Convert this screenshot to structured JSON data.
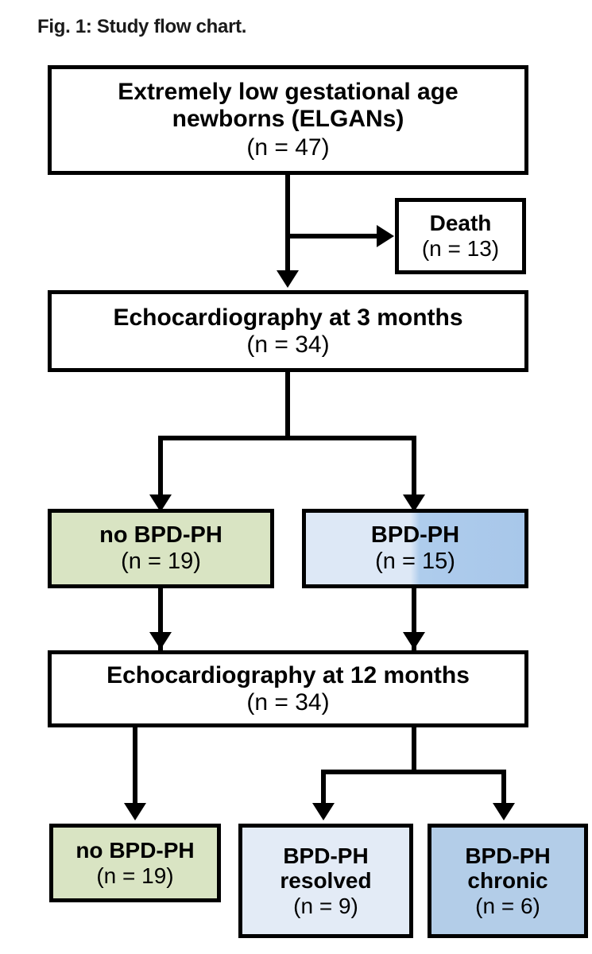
{
  "figure": {
    "title": "Fig. 1: Study flow chart.",
    "caption_label": "Fig. 1:",
    "caption_text": "Study flow chart."
  },
  "chart_data": {
    "type": "diagram",
    "subtype": "flowchart",
    "title": "Fig. 1: Study flow chart.",
    "nodes": [
      {
        "id": "elgans",
        "title": "Extremely low gestational age",
        "title_line2": "newborns (ELGANs)",
        "count": "(n = 47)",
        "n": 47,
        "fill": "#ffffff",
        "level": 0
      },
      {
        "id": "death",
        "title": "Death",
        "count": "(n = 13)",
        "n": 13,
        "fill": "#ffffff",
        "level": 0
      },
      {
        "id": "echo3",
        "title": "Echocardiography at 3 months",
        "count": "(n = 34)",
        "n": 34,
        "fill": "#ffffff",
        "level": 1
      },
      {
        "id": "nobpd3",
        "title": "no BPD-PH",
        "count": "(n = 19)",
        "n": 19,
        "fill": "#d9e4c3",
        "level": 2
      },
      {
        "id": "bpd3",
        "title": "BPD-PH",
        "count": "(n = 15)",
        "n": 15,
        "fill": "#dde8f6",
        "fill_right": "#a8c7ea",
        "level": 2
      },
      {
        "id": "echo12",
        "title": "Echocardiography at 12 months",
        "count": "(n = 34)",
        "n": 34,
        "fill": "#ffffff",
        "level": 3
      },
      {
        "id": "nobpd12",
        "title": "no BPD-PH",
        "count": "(n = 19)",
        "n": 19,
        "fill": "#d9e4c3",
        "level": 4
      },
      {
        "id": "resolved",
        "title": "BPD-PH",
        "title_line2": "resolved",
        "count": "(n = 9)",
        "n": 9,
        "fill": "#e3ebf6",
        "level": 4
      },
      {
        "id": "chronic",
        "title": "BPD-PH",
        "title_line2": "chronic",
        "count": "(n = 6)",
        "n": 6,
        "fill": "#b3cde8",
        "level": 4
      }
    ],
    "edges": [
      {
        "from": "elgans",
        "to": "death",
        "direction": "right"
      },
      {
        "from": "elgans",
        "to": "echo3",
        "direction": "down"
      },
      {
        "from": "echo3",
        "to": "nobpd3",
        "direction": "down-split-left"
      },
      {
        "from": "echo3",
        "to": "bpd3",
        "direction": "down-split-right"
      },
      {
        "from": "nobpd3",
        "to": "echo12",
        "direction": "down"
      },
      {
        "from": "bpd3",
        "to": "echo12",
        "direction": "down"
      },
      {
        "from": "echo12",
        "to": "nobpd12",
        "direction": "down"
      },
      {
        "from": "echo12",
        "to": "resolved",
        "direction": "down-split-left"
      },
      {
        "from": "echo12",
        "to": "chronic",
        "direction": "down-split-right"
      }
    ]
  },
  "nodes": {
    "elgans": {
      "line1": "Extremely low gestational age",
      "line2": "newborns (ELGANs)",
      "count": "(n = 47)"
    },
    "death": {
      "line1": "Death",
      "count": "(n = 13)"
    },
    "echo3": {
      "line1": "Echocardiography at 3 months",
      "count": "(n = 34)"
    },
    "nobpd3": {
      "line1": "no BPD-PH",
      "count": "(n = 19)"
    },
    "bpd3": {
      "line1": "BPD-PH",
      "count": "(n = 15)"
    },
    "echo12": {
      "line1": "Echocardiography at 12 months",
      "count": "(n = 34)"
    },
    "nobpd12": {
      "line1": "no BPD-PH",
      "count": "(n = 19)"
    },
    "resolved": {
      "line1": "BPD-PH",
      "line2": "resolved",
      "count": "(n = 9)"
    },
    "chronic": {
      "line1": "BPD-PH",
      "line2": "chronic",
      "count": "(n = 6)"
    }
  },
  "colors": {
    "stroke": "#000000",
    "text": "#000000",
    "title_text": "#1a1a1a",
    "background": "#ffffff",
    "green_fill": "#d9e4c3",
    "blue_light_fill": "#dde8f6",
    "blue_mid_fill": "#b3cde8",
    "blue_dark_fill": "#a8c7ea",
    "blue_pale_fill": "#e3ebf6"
  }
}
